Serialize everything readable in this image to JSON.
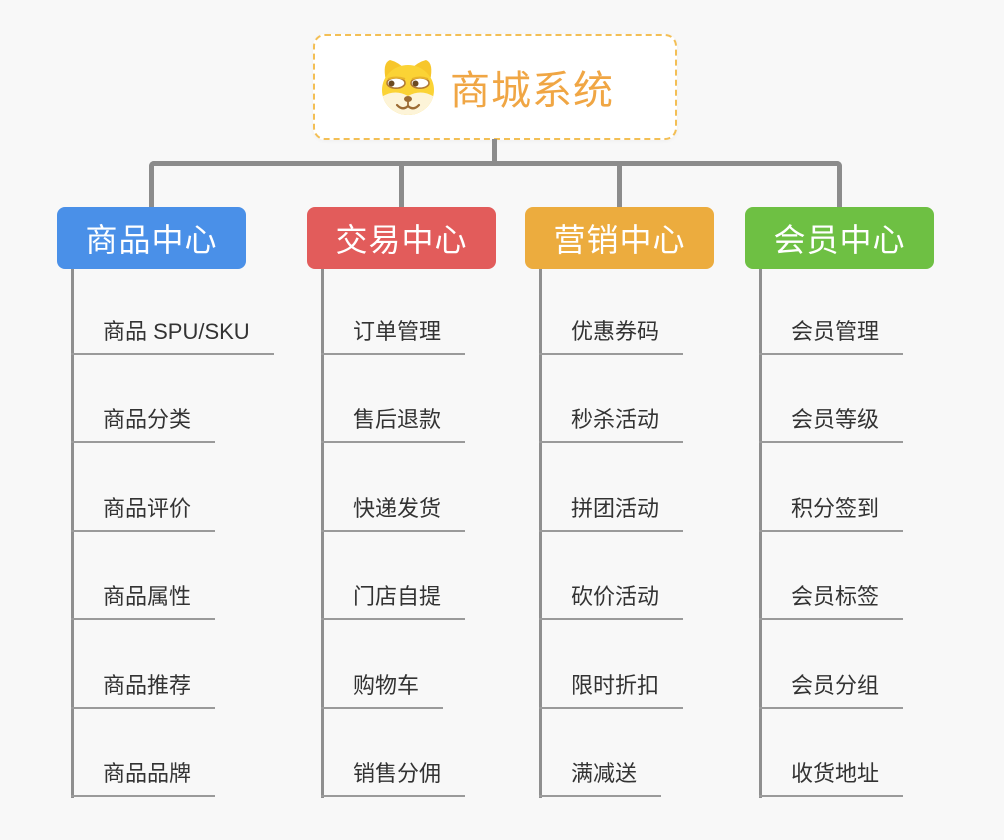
{
  "root": {
    "title": "商城系统",
    "icon": "doge-icon",
    "title_color": "#F0A644",
    "border_color": "#F3BF55"
  },
  "connector_color": "#8C8C8C",
  "branches": [
    {
      "label": "商品中心",
      "color": "#4A90E8",
      "children": [
        "商品 SPU/SKU",
        "商品分类",
        "商品评价",
        "商品属性",
        "商品推荐",
        "商品品牌"
      ]
    },
    {
      "label": "交易中心",
      "color": "#E25C5B",
      "children": [
        "订单管理",
        "售后退款",
        "快递发货",
        "门店自提",
        "购物车",
        "销售分佣"
      ]
    },
    {
      "label": "营销中心",
      "color": "#ECAC3E",
      "children": [
        "优惠券码",
        "秒杀活动",
        "拼团活动",
        "砍价活动",
        "限时折扣",
        "满减送"
      ]
    },
    {
      "label": "会员中心",
      "color": "#6EC043",
      "children": [
        "会员管理",
        "会员等级",
        "积分签到",
        "会员标签",
        "会员分组",
        "收货地址"
      ]
    }
  ]
}
